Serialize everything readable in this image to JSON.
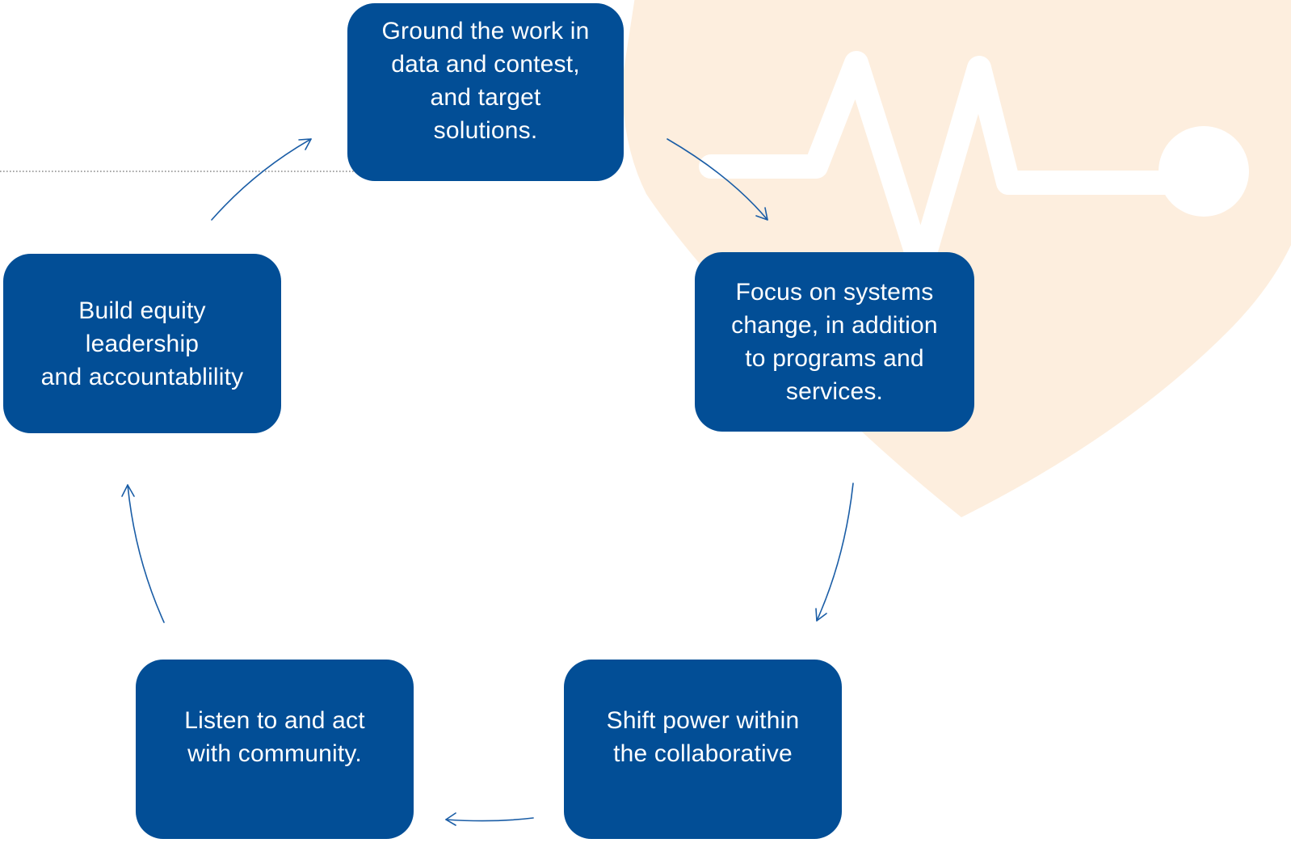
{
  "colors": {
    "box_fill": "#024e96",
    "box_text": "#ffffff",
    "arrow": "#1a5da6",
    "heart": "#fdeede",
    "divider": "#8a8a8a"
  },
  "background": {
    "icon": "heartbeat-heart-icon"
  },
  "cycle": {
    "steps": [
      {
        "id": "ground",
        "text": "Ground the work in\ndata and contest,\nand target\nsolutions."
      },
      {
        "id": "focus",
        "text": "Focus on systems\nchange, in addition\nto programs and\nservices."
      },
      {
        "id": "shift",
        "text": "Shift power within\nthe collaborative"
      },
      {
        "id": "listen",
        "text": "Listen to and act\nwith community."
      },
      {
        "id": "build",
        "text": "Build equity\nleadership\nand accountablility"
      }
    ],
    "arrow_icon": "arrow-icon"
  }
}
